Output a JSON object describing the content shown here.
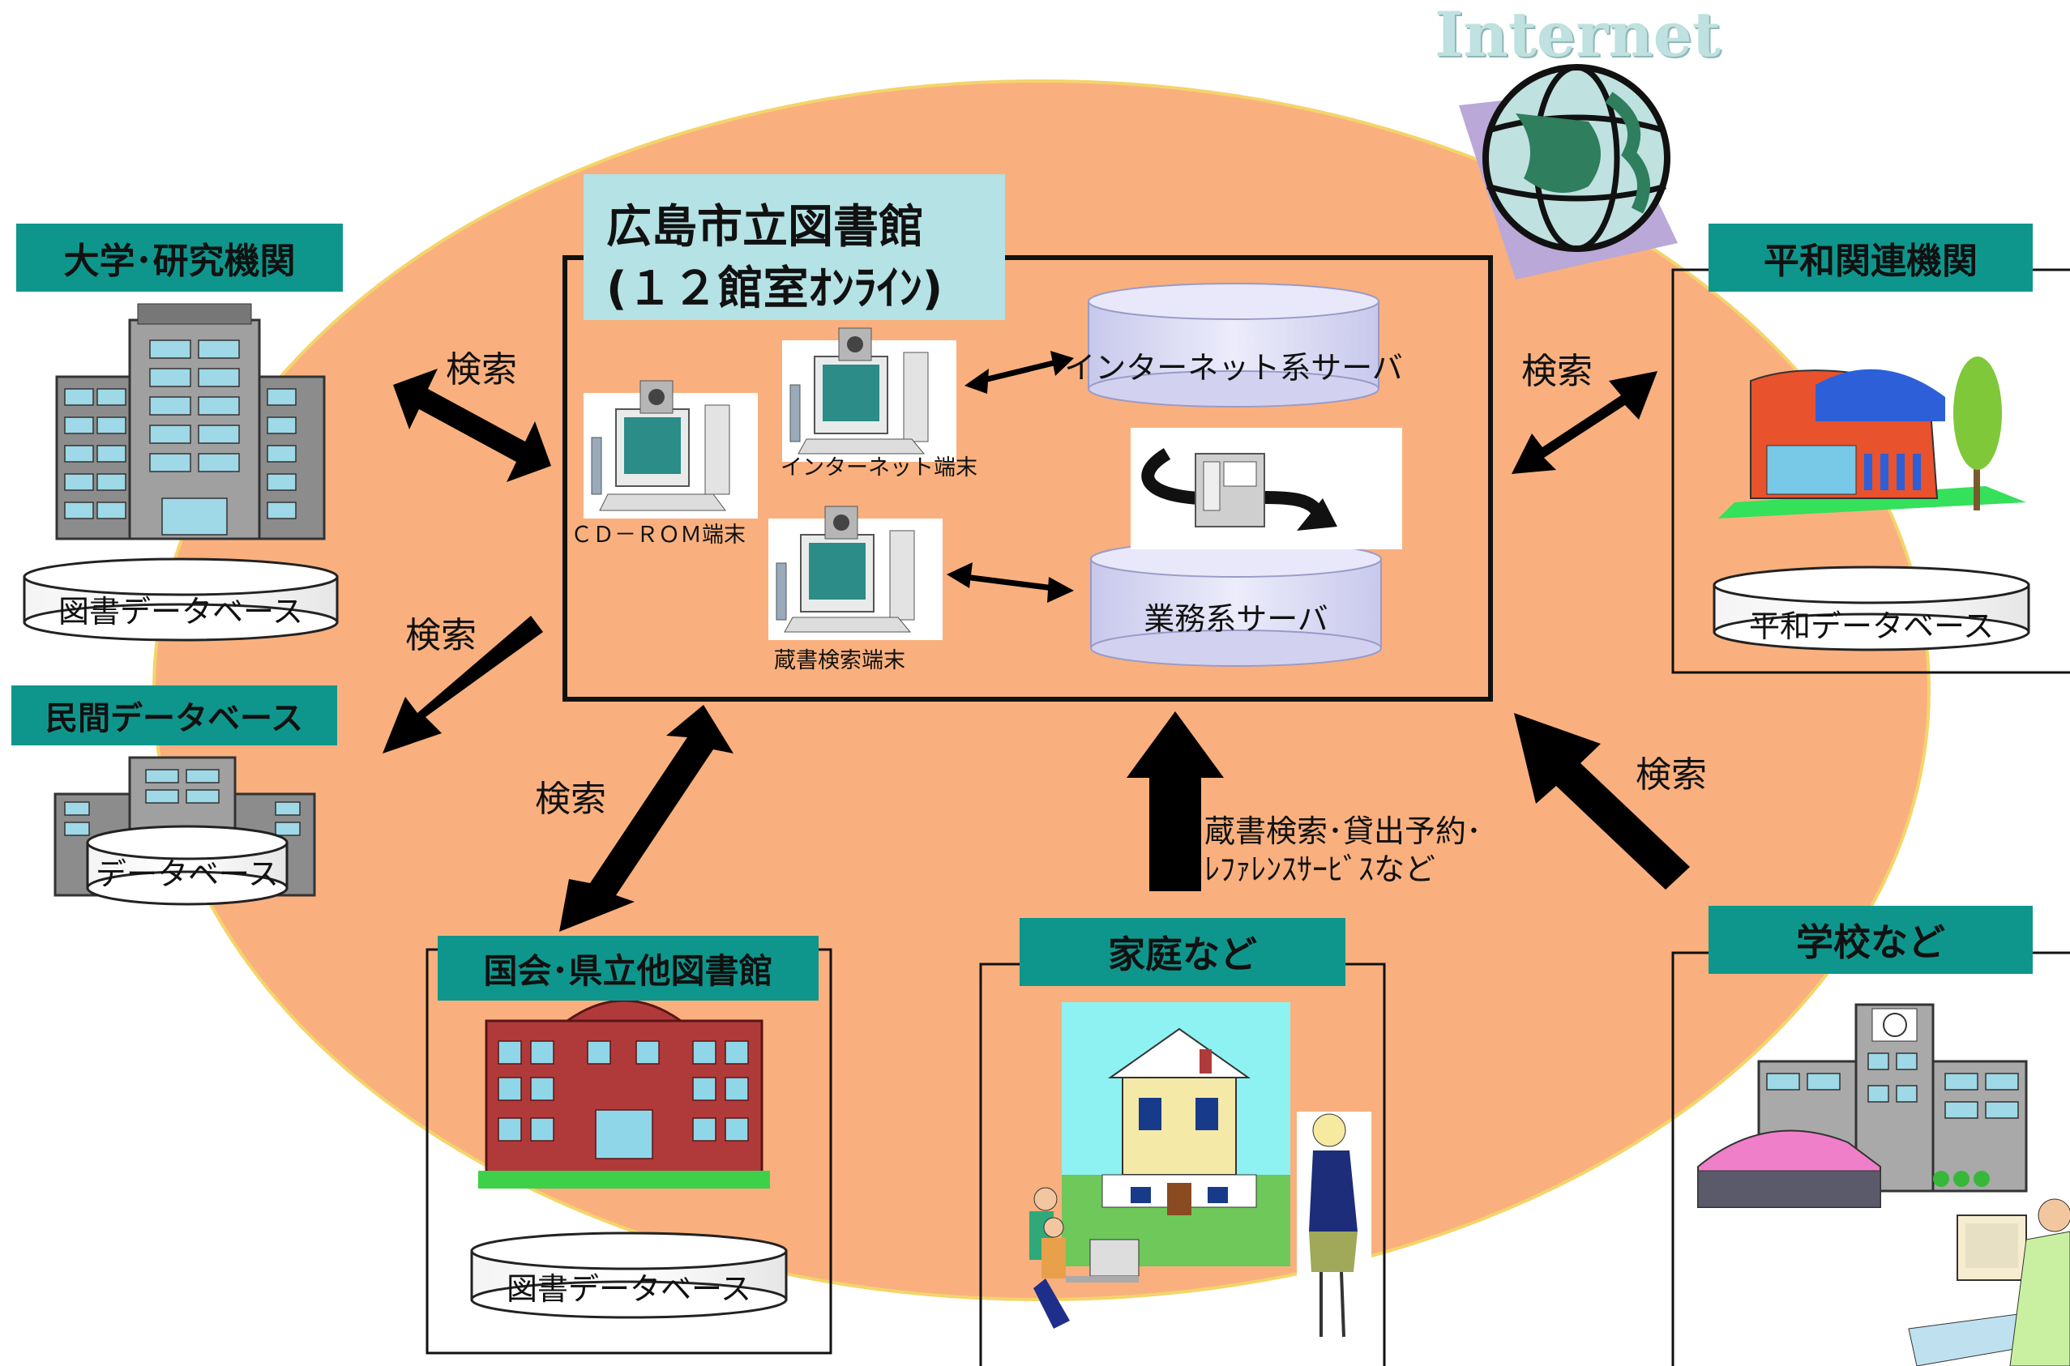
{
  "internet": {
    "label": "Internet"
  },
  "library": {
    "title": "広島市立図書館",
    "subtitle": "(１２館室ｵﾝﾗｲﾝ)",
    "terminals": {
      "cdrom": "ＣＤ－ＲＯＭ端末",
      "internet": "インターネット端末",
      "catalog": "蔵書検索端末"
    },
    "servers": {
      "internet": "インターネット系サーバ",
      "business": "業務系サーバ"
    }
  },
  "nodes": {
    "university": {
      "title": "大学･研究機関",
      "db": "図書データベース"
    },
    "private_db": {
      "title": "民間データベース",
      "db": "データベース"
    },
    "national": {
      "title": "国会･県立他図書館",
      "db": "図書データベース"
    },
    "home": {
      "title": "家庭など"
    },
    "peace": {
      "title": "平和関連機関",
      "db": "平和データベース"
    },
    "school": {
      "title": "学校など"
    }
  },
  "flows": {
    "search_university": "検索",
    "search_private": "検索",
    "search_national": "検索",
    "search_peace": "検索",
    "search_school": "検索",
    "home_services_line1": "蔵書検索･貸出予約･",
    "home_services_line2": "ﾚﾌｧﾚﾝｽｻｰﾋﾞｽなど"
  },
  "colors": {
    "ellipse": "#f9b07e",
    "ellipse_edge": "#f4d46a",
    "label_bg": "#0f968c",
    "title_bg": "#b5e2e4",
    "server_fill": "#dcdcf4",
    "internet_text": "#bfe1e0"
  }
}
